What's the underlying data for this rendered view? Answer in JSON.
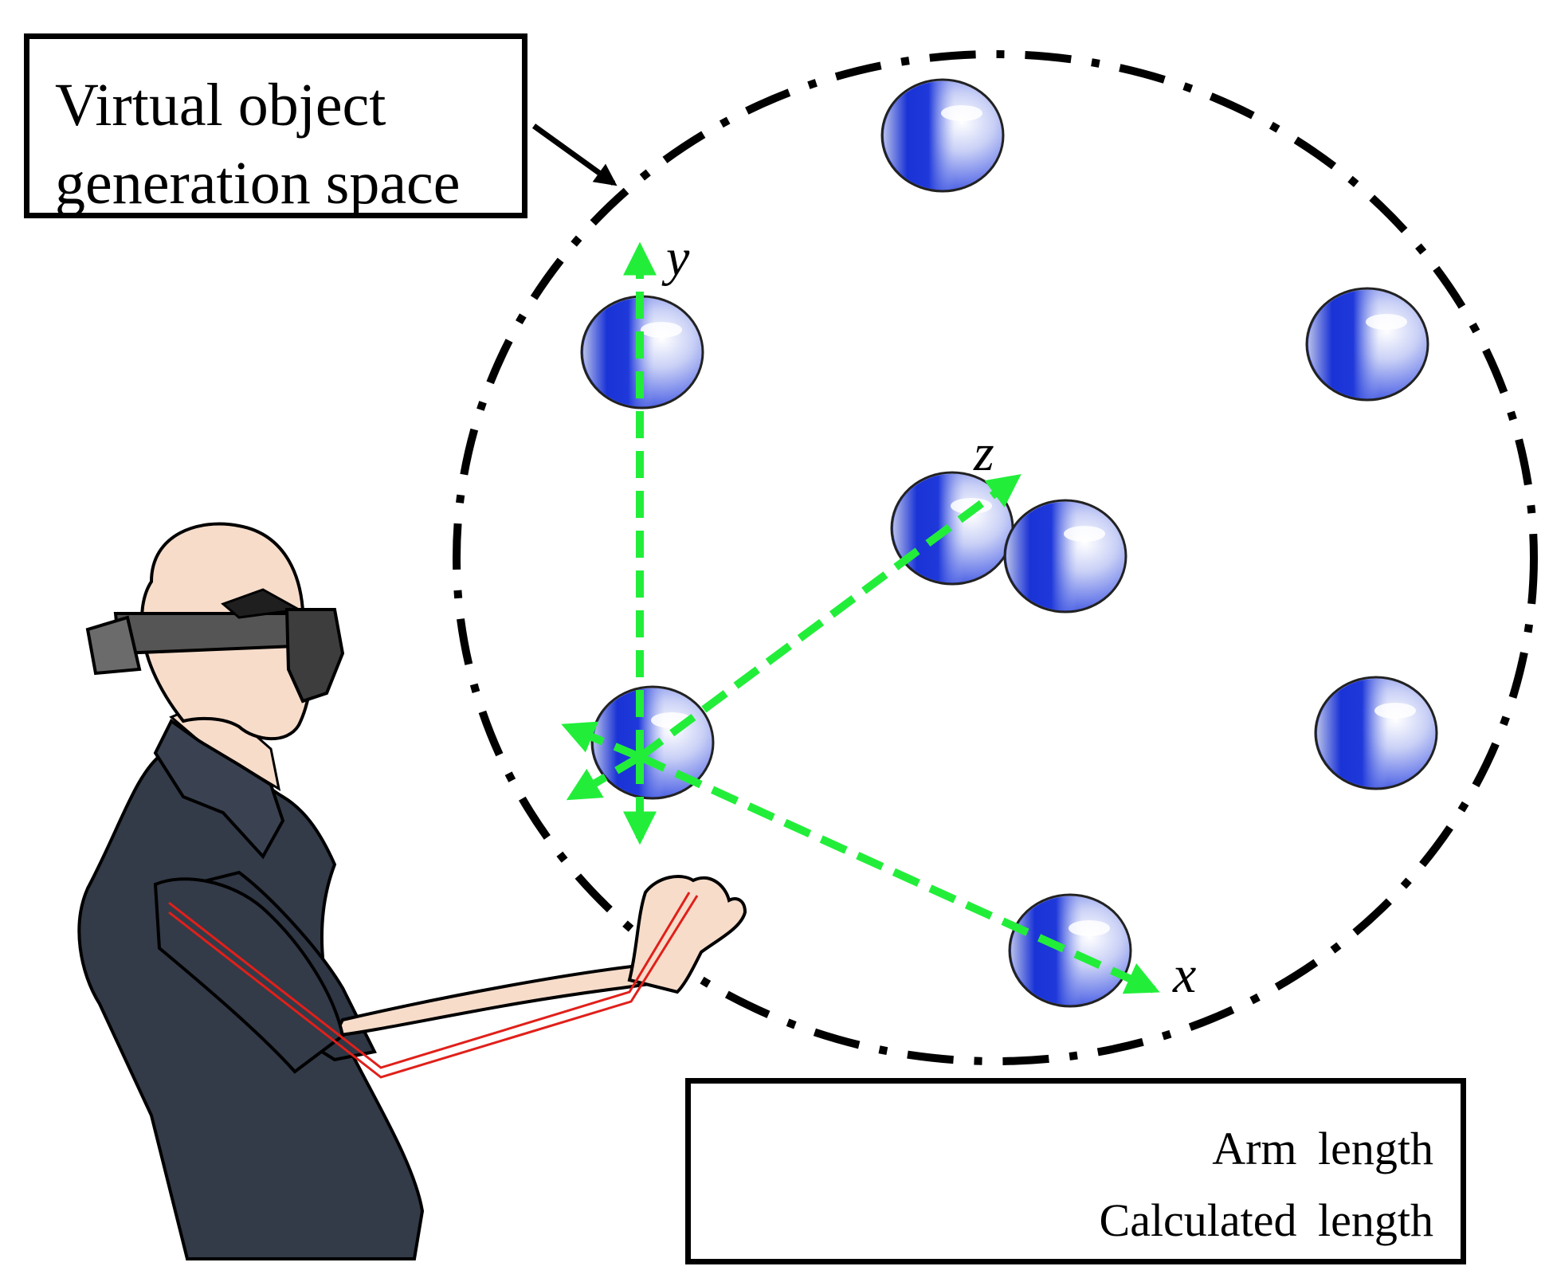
{
  "callout": {
    "line1": "Virtual object",
    "line2": "generation space"
  },
  "axes": {
    "x": "x",
    "y": "y",
    "z": "z"
  },
  "legend": {
    "arm_label": "Arm  length",
    "calc_label": "Calculated  length"
  },
  "colors": {
    "arm": "#e0201a",
    "calculated": "#22ee3a",
    "sphere": "#1f3ee0",
    "boundary": "#000000",
    "shirt": "#333a48",
    "skin": "#f7dcca"
  },
  "icons": {
    "person": "person-with-vr-headset-icon",
    "sphere": "virtual-object-sphere-icon"
  }
}
